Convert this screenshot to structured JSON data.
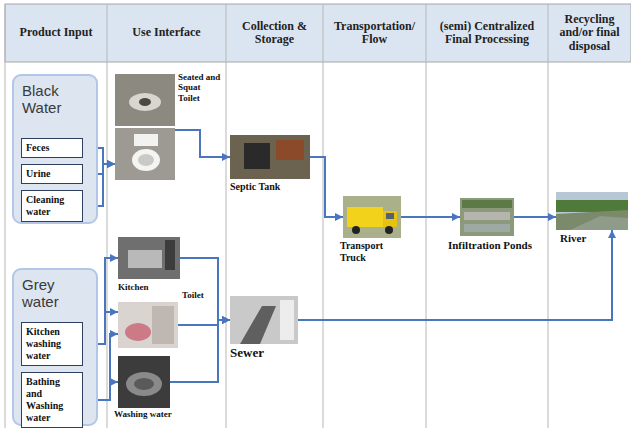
{
  "diagram": {
    "nodes": [
      {
        "text": [
          "Black Water"
        ]
      },
      {
        "text": [
          "Feces"
        ],
        "in": 0
      },
      {
        "text": [
          "Urine"
        ],
        "in": 0
      },
      {
        "text": [
          "Cleaning water"
        ],
        "in": 0
      },
      {
        "text": [
          "Grey water"
        ]
      },
      {
        "text": [
          "Kitchen washing water"
        ],
        "in": 4
      },
      {
        "text": [
          "Bathing and Washing water"
        ],
        "in": 4
      },
      {
        "text": [
          "Seated and Squat Toilet"
        ]
      },
      {
        "text": [
          "Kitchen"
        ]
      },
      {
        "text": [
          "Toilet"
        ]
      },
      {
        "text": [
          "Washing water"
        ]
      },
      {
        "text": [
          "Septic Tank"
        ]
      },
      {
        "text": [
          "Sewer"
        ]
      },
      {
        "text": [
          "Transport Truck"
        ]
      },
      {
        "text": [
          "Infiltration Ponds"
        ]
      },
      {
        "text": [
          "River"
        ]
      }
    ],
    "edges": [
      {
        "from": 1,
        "to": 7,
        "arrow": "to"
      },
      {
        "from": 2,
        "to": 7,
        "arrow": "to"
      },
      {
        "from": 3,
        "to": 7,
        "arrow": "to"
      },
      {
        "from": 7,
        "to": 11,
        "arrow": "to"
      },
      {
        "from": 11,
        "to": 13,
        "arrow": "to"
      },
      {
        "from": 13,
        "to": 14,
        "arrow": "to"
      },
      {
        "from": 14,
        "to": 15,
        "arrow": "to"
      },
      {
        "from": 5,
        "to": 8,
        "arrow": "to"
      },
      {
        "from": 5,
        "to": 9,
        "arrow": "to"
      },
      {
        "from": 6,
        "to": 9,
        "arrow": "to"
      },
      {
        "from": 6,
        "to": 10,
        "arrow": "to"
      },
      {
        "from": 8,
        "to": 12,
        "arrow": "to"
      },
      {
        "from": 9,
        "to": 12,
        "arrow": "to"
      },
      {
        "from": 10,
        "to": 12,
        "arrow": "to"
      },
      {
        "from": 12,
        "to": 15,
        "arrow": "to"
      }
    ],
    "labels": [
      "Product Input",
      "Use Interface",
      "Collection & Storage",
      "Transportation/ Flow",
      "(semi) Centralized Final Processing",
      "Recycling and/or final disposal"
    ]
  }
}
